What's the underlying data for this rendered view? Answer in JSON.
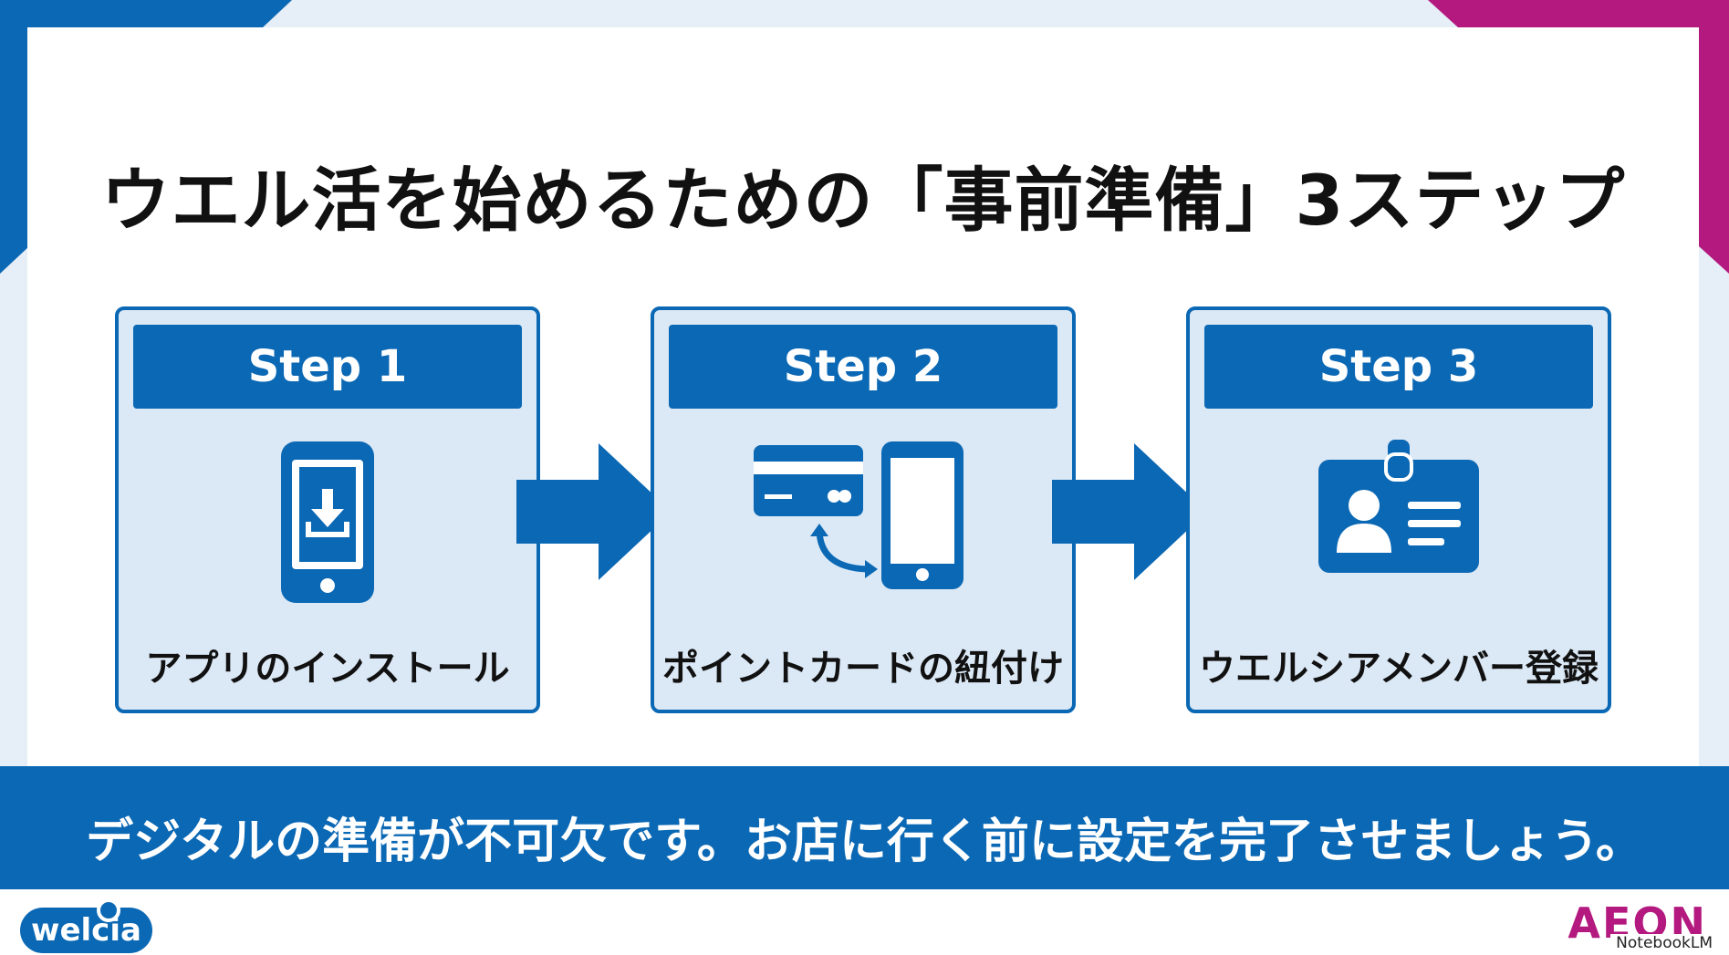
{
  "title": "ウエル活を始めるための「事前準備」3ステップ",
  "steps": [
    {
      "header": "Step 1",
      "label": "アプリのインストール",
      "icon": "smartphone-download-icon"
    },
    {
      "header": "Step 2",
      "label": "ポイントカードの紐付け",
      "icon": "card-phone-link-icon"
    },
    {
      "header": "Step 3",
      "label": "ウエルシアメンバー登録",
      "icon": "member-id-badge-icon"
    }
  ],
  "footer": "デジタルの準備が不可欠です。お店に行く前に設定を完了させましょう。",
  "logos": {
    "left": "welcia",
    "right": "AEON"
  },
  "watermark": "NotebookLM",
  "colors": {
    "primary_blue": "#0b68b4",
    "card_fill": "#dbe8f5",
    "accent_magenta": "#b3197f"
  }
}
